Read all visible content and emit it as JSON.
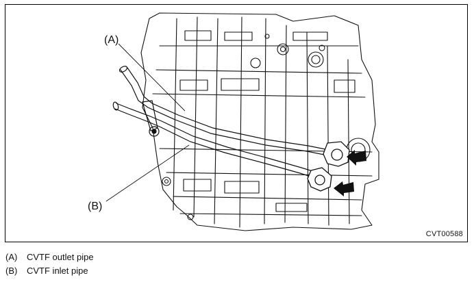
{
  "figure": {
    "code": "CVT00588",
    "callouts": {
      "a": "(A)",
      "b": "(B)"
    }
  },
  "legend": [
    {
      "key": "(A)",
      "text": "CVTF outlet pipe"
    },
    {
      "key": "(B)",
      "text": "CVTF inlet pipe"
    }
  ]
}
